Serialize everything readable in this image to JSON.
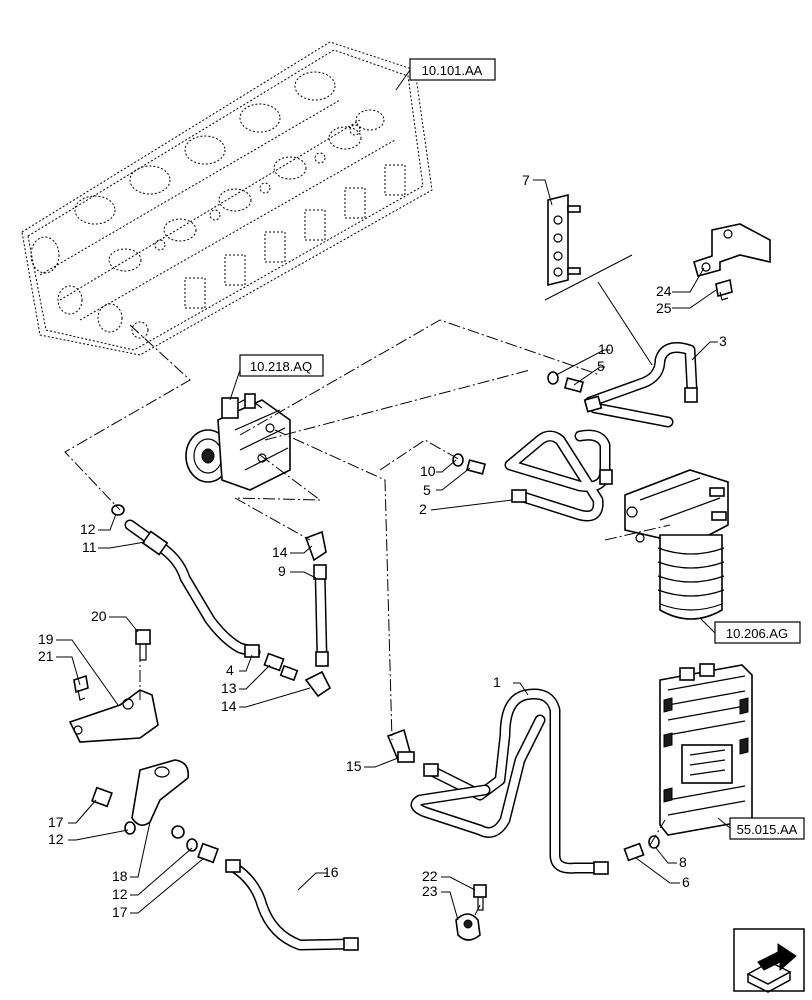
{
  "callouts": {
    "c1": "1",
    "c2": "2",
    "c3": "3",
    "c4": "4",
    "c5a": "5",
    "c5b": "5",
    "c6": "6",
    "c7": "7",
    "c8": "8",
    "c9": "9",
    "c10a": "10",
    "c10b": "10",
    "c11": "11",
    "c12a": "12",
    "c12b": "12",
    "c12c": "12",
    "c13": "13",
    "c14a": "14",
    "c14b": "14",
    "c15": "15",
    "c16": "16",
    "c17a": "17",
    "c17b": "17",
    "c18": "18",
    "c19": "19",
    "c20": "20",
    "c21": "21",
    "c22": "22",
    "c23": "23",
    "c24": "24",
    "c25": "25"
  },
  "refs": {
    "cylinder_head": "10.101.AA",
    "injection_pump": "10.218.AQ",
    "fuel_filter": "10.206.AG",
    "ecu": "55.015.AA"
  },
  "nav": {
    "icon": "next-page-arrow-icon"
  }
}
